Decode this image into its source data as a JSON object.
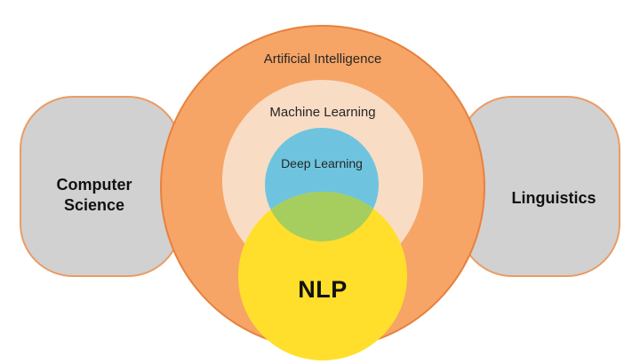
{
  "diagram": {
    "ai_label": "Artificial Intelligence",
    "ml_label": "Machine Learning",
    "dl_label": "Deep Learning",
    "nlp_label": "NLP",
    "cs_label": "Computer Science",
    "linguistics_label": "Linguistics",
    "colors": {
      "ai_fill": "#F6A566",
      "ai_border": "#E8813E",
      "ml_fill": "#F9DCC4",
      "dl_fill": "#6EC4DF",
      "nlp_fill": "#FFDF2B",
      "overlap_fill": "#A6CE5E",
      "side_fill": "#D1D1D1",
      "side_border": "#EA9C63",
      "text": "#262626"
    }
  }
}
